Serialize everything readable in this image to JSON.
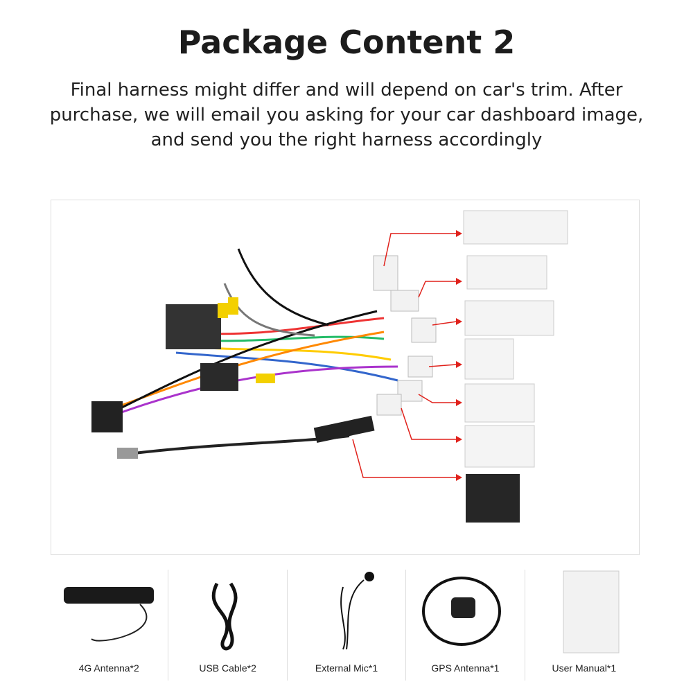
{
  "title": "Package Content 2",
  "subtitle": "Final harness might differ and will depend on car's trim. After purchase, we will email you asking for your car dashboard image, and send you the right harness accordingly",
  "accent_arrow_color": "#e0211b",
  "items": [
    {
      "label": "4G Antenna*2",
      "icon": "4g-antenna"
    },
    {
      "label": "USB Cable*2",
      "icon": "usb-cable"
    },
    {
      "label": "External Mic*1",
      "icon": "microphone"
    },
    {
      "label": "GPS Antenna*1",
      "icon": "gps-antenna"
    },
    {
      "label": "User Manual*1",
      "icon": "manual"
    }
  ]
}
